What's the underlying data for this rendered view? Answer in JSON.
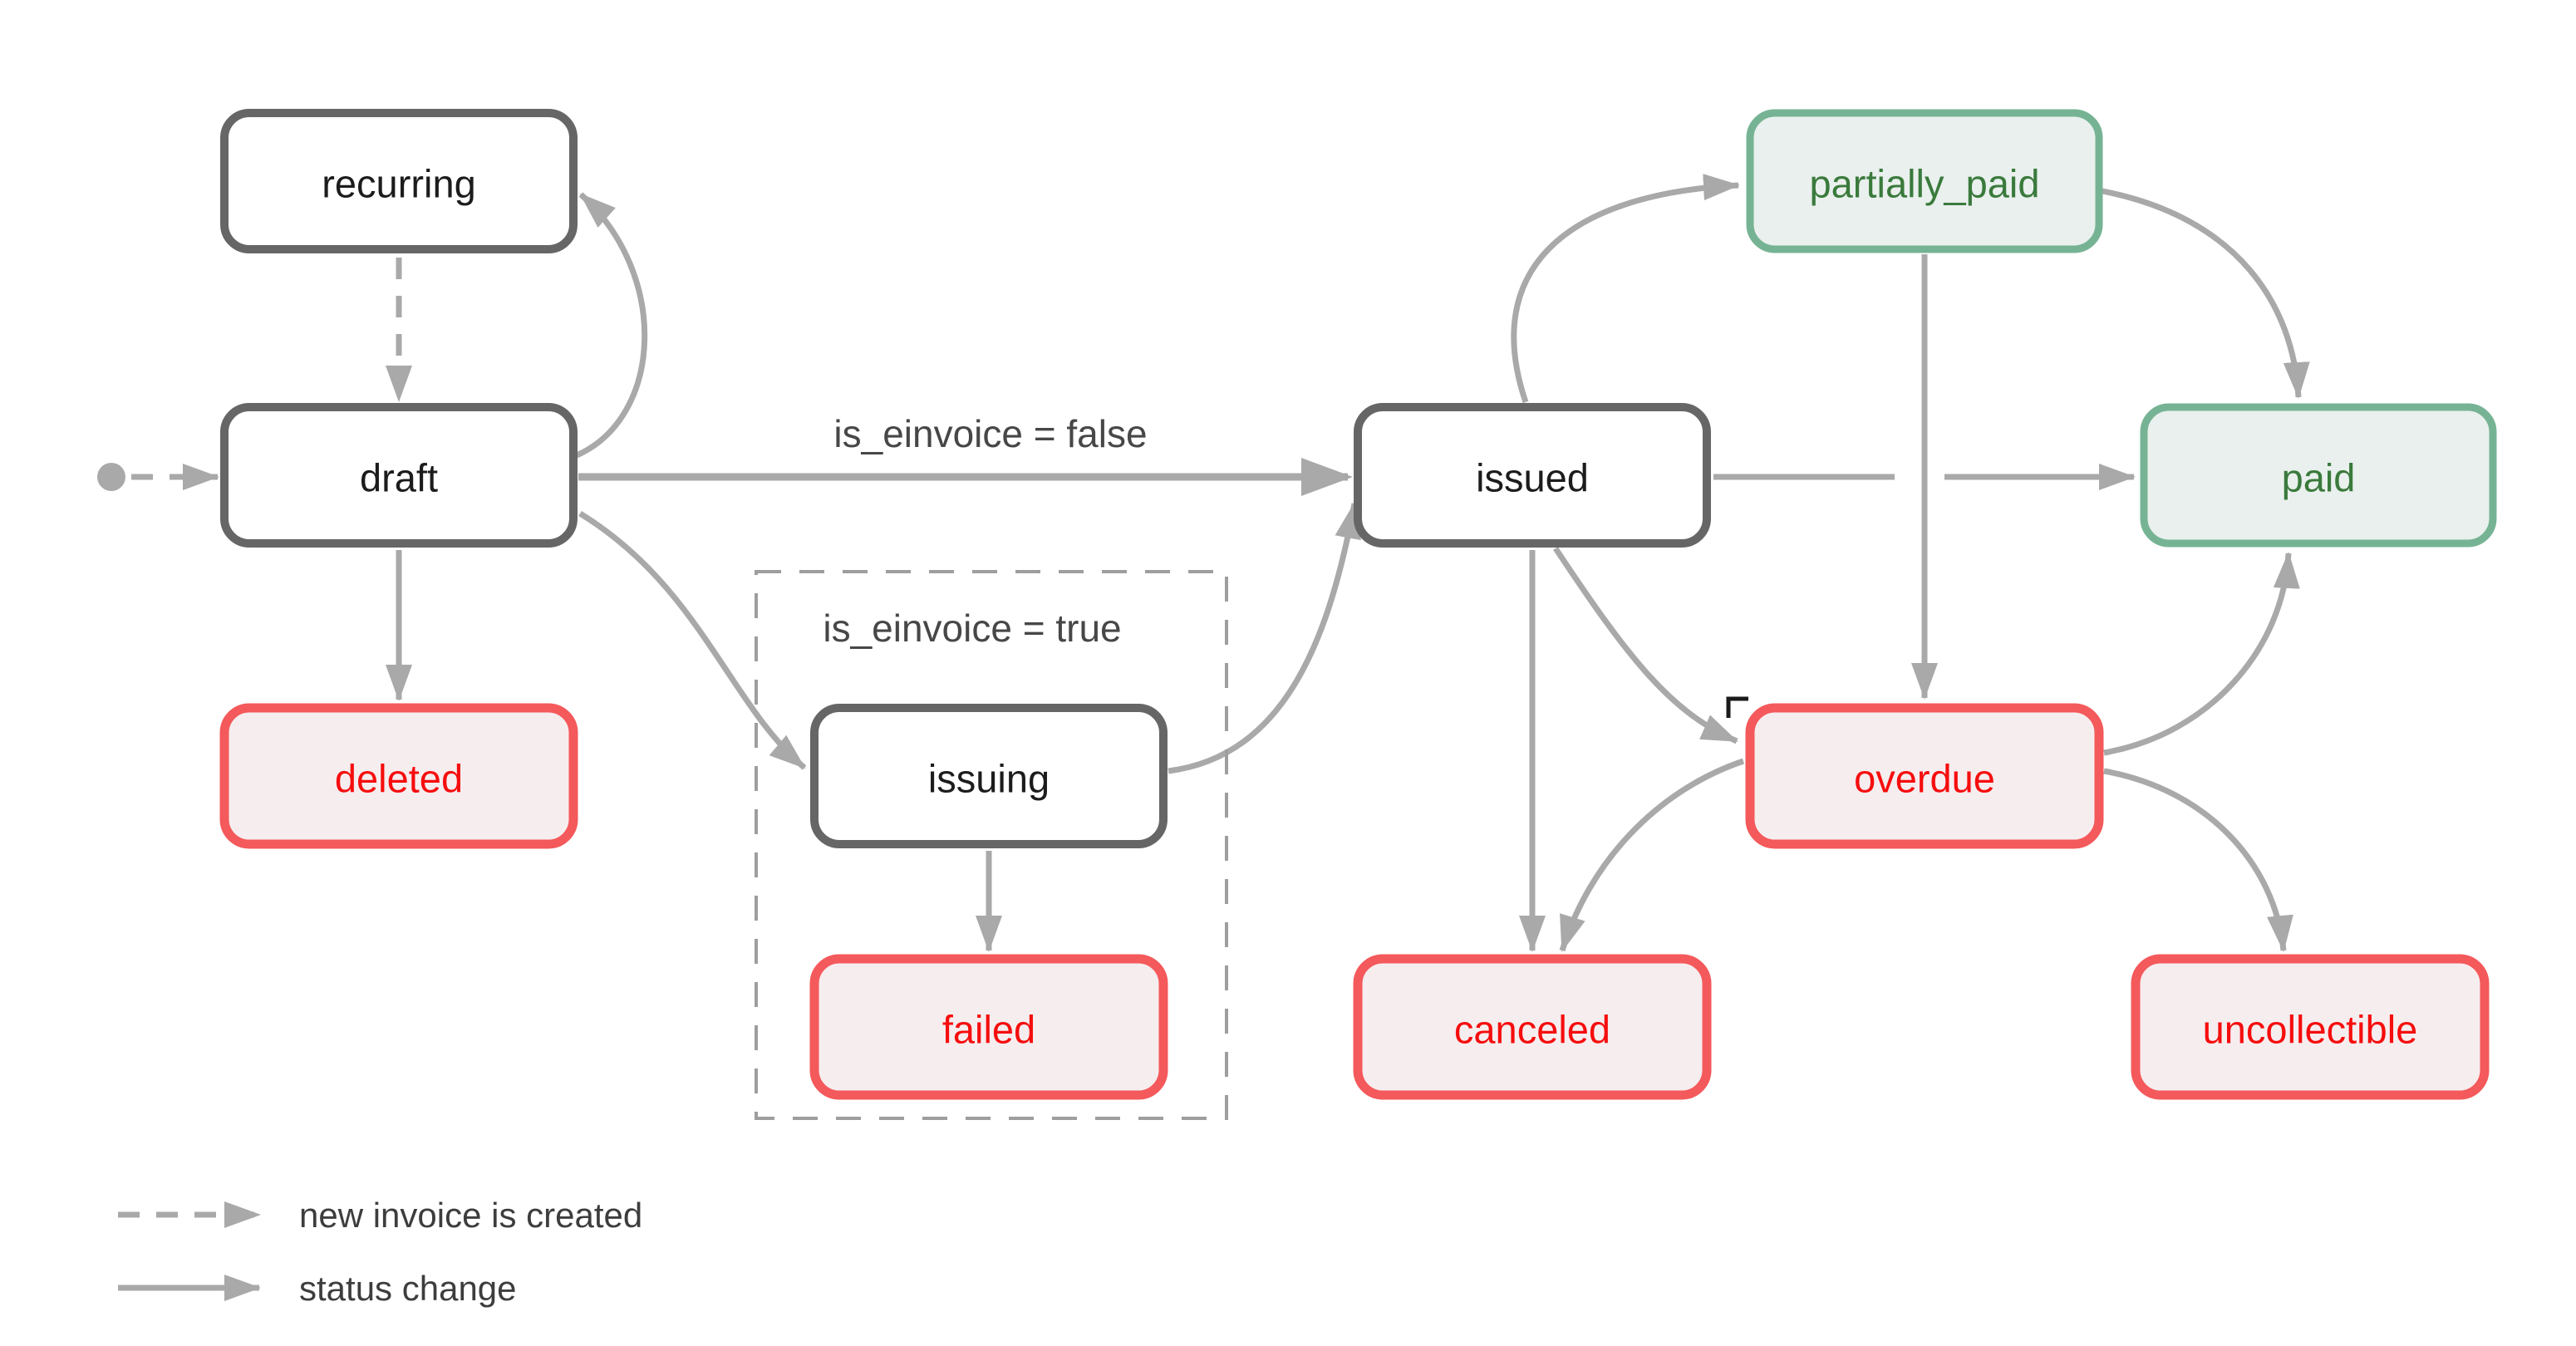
{
  "diagram": {
    "nodes": {
      "recurring": {
        "label": "recurring",
        "type": "neutral"
      },
      "draft": {
        "label": "draft",
        "type": "neutral"
      },
      "deleted": {
        "label": "deleted",
        "type": "negative"
      },
      "issuing": {
        "label": "issuing",
        "type": "neutral"
      },
      "failed": {
        "label": "failed",
        "type": "negative"
      },
      "issued": {
        "label": "issued",
        "type": "neutral"
      },
      "partially_paid": {
        "label": "partially_paid",
        "type": "positive"
      },
      "paid": {
        "label": "paid",
        "type": "positive"
      },
      "overdue": {
        "label": "overdue",
        "type": "negative"
      },
      "canceled": {
        "label": "canceled",
        "type": "negative"
      },
      "uncollectible": {
        "label": "uncollectible",
        "type": "negative"
      }
    },
    "edge_labels": {
      "is_einvoice_false": "is_einvoice = false",
      "is_einvoice_true": "is_einvoice = true"
    },
    "legend": {
      "new_invoice": {
        "style": "dashed",
        "label": "new invoice is created"
      },
      "status_change": {
        "style": "solid",
        "label": "status change"
      }
    },
    "colors": {
      "neutral_border": "#666666",
      "negative_border": "#f4595b",
      "negative_fill": "#f6edef",
      "negative_text": "#f60d0d",
      "positive_border": "#76b394",
      "positive_fill": "#e9f0ed",
      "positive_text": "#3a7a3c",
      "arrow": "#a9a9a9",
      "label_text": "#474747"
    }
  }
}
